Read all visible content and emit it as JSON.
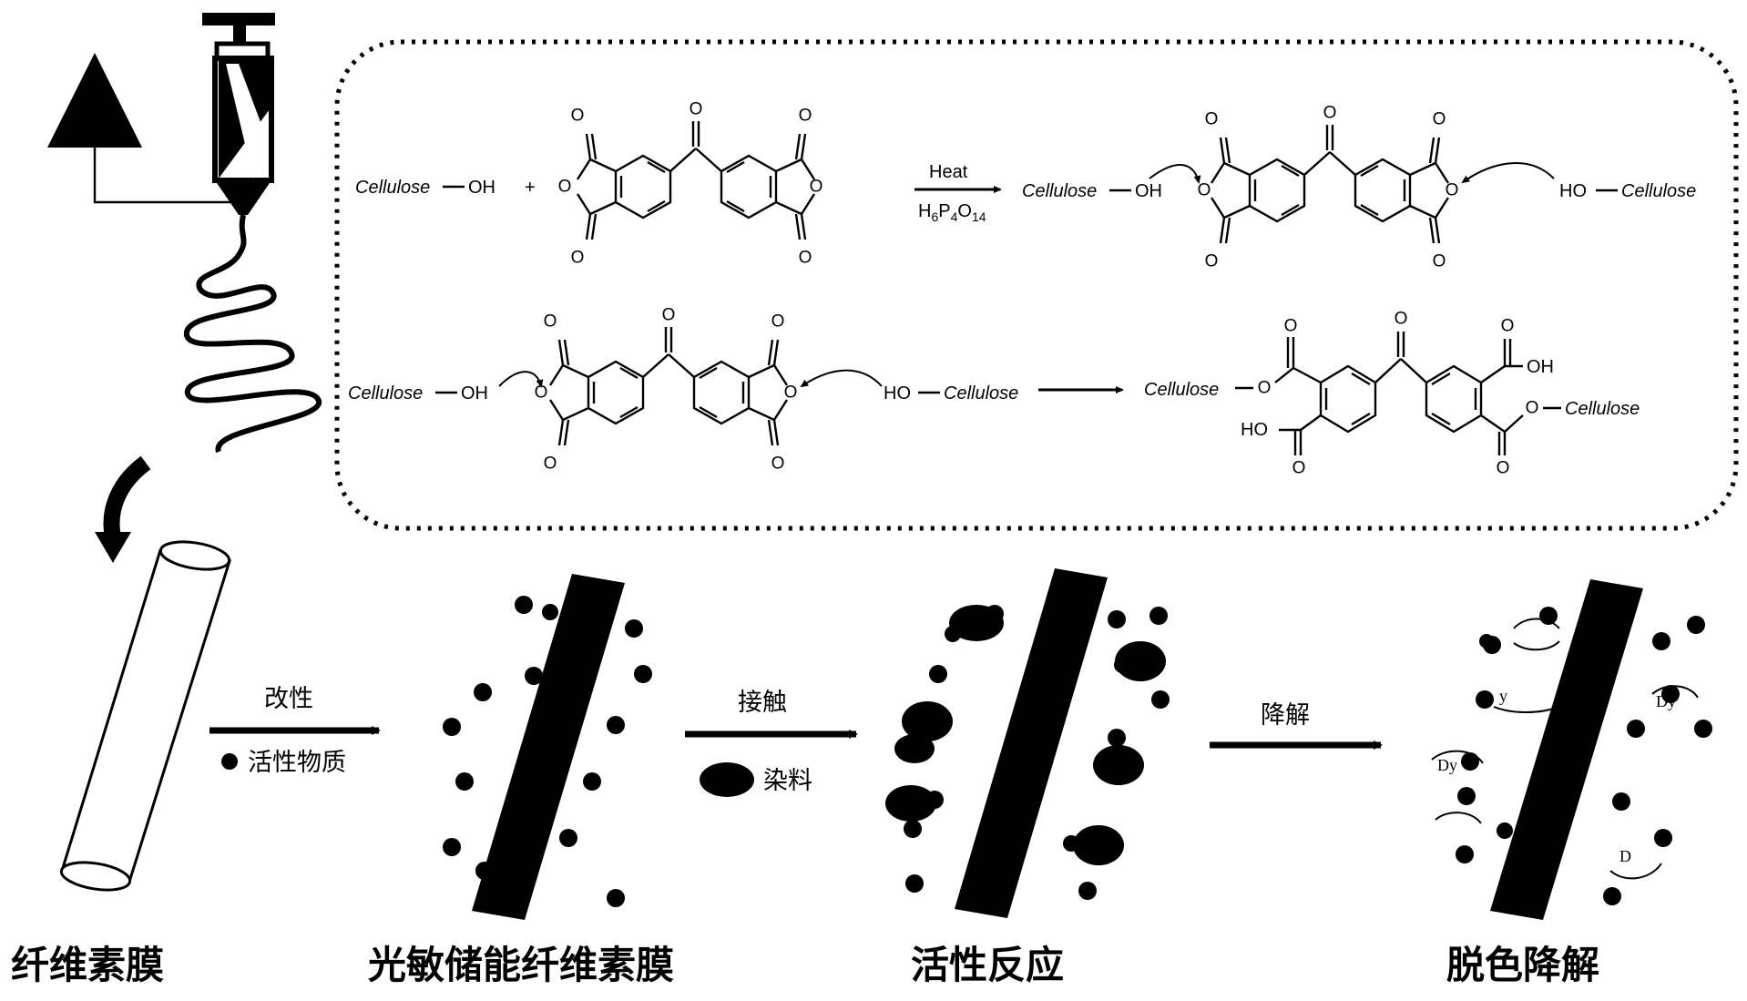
{
  "reaction": {
    "row1": {
      "reactant_left": "Cellulose",
      "reactant_left_group": "OH",
      "plus": "+",
      "condition_top": "Heat",
      "condition_bottom": "H6P4O14",
      "condition_bottom_parts": [
        "H",
        "6",
        "P",
        "4",
        "O",
        "14"
      ],
      "product_left": "Cellulose",
      "product_left_group": "OH",
      "product_right_group": "HO",
      "product_right": "Cellulose"
    },
    "row2": {
      "reactant_left": "Cellulose",
      "reactant_left_group": "OH",
      "reactant_right_group": "HO",
      "reactant_right": "Cellulose",
      "product_left": "Cellulose",
      "product_right": "Cellulose",
      "acid_top_group": "OH",
      "acid_bottom_group": "HO"
    },
    "atoms": {
      "oxygen": "O"
    }
  },
  "process": {
    "arrow1_top": "改性",
    "arrow1_bottom": "活性物质",
    "arrow2_top": "接触",
    "arrow2_bottom": "染料",
    "arrow3_top": "降解"
  },
  "stages": [
    {
      "label": "纤维素膜"
    },
    {
      "label": "光敏储能纤维素膜"
    },
    {
      "label": "活性反应"
    },
    {
      "label": "脱色降解"
    }
  ],
  "degradation_fragments": [
    "y",
    "Dy",
    "Dy",
    "D"
  ],
  "colors": {
    "ink": "#000000",
    "background": "#ffffff"
  }
}
